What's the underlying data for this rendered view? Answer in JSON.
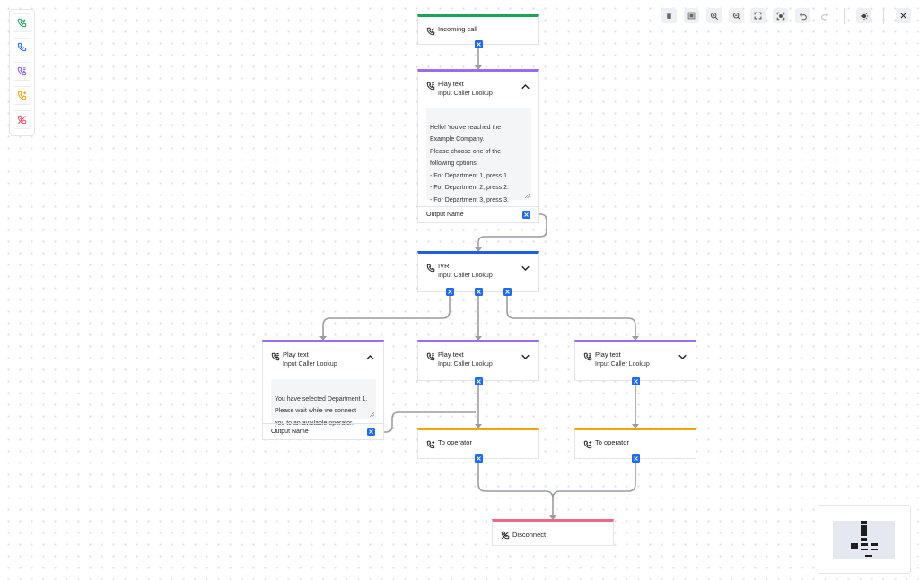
{
  "palette": {
    "items": [
      {
        "name": "incoming-call-tool",
        "icon": "phone-incoming-icon",
        "color": "#1ba35a"
      },
      {
        "name": "phone-tool",
        "icon": "phone-icon",
        "color": "#1c6bf0"
      },
      {
        "name": "ivr-tool",
        "icon": "phone-forward-icon",
        "color": "#8b5cf6"
      },
      {
        "name": "operator-tool",
        "icon": "phone-transfer-icon",
        "color": "#f0a500"
      },
      {
        "name": "disconnect-tool",
        "icon": "phone-off-icon",
        "color": "#e8556b"
      }
    ]
  },
  "toolbar": {
    "buttons": [
      "delete",
      "fit-selection",
      "zoom-in",
      "zoom-out",
      "fit-view",
      "focus",
      "undo",
      "redo",
      "theme",
      "close"
    ]
  },
  "colors": {
    "incoming": "#1ba35a",
    "play_text": "#9b6cf0",
    "ivr": "#1c5fe0",
    "operator": "#f0a500",
    "disconnect": "#ec6a85",
    "port": "#1c6bf0",
    "wire": "#9a9ca3"
  },
  "nodes": {
    "incoming": {
      "title": "Incoming call"
    },
    "play1": {
      "title": "Play text",
      "subtitle": "Input Caller Lookup",
      "text": "Hello! You've reached the\nExample Company.\nPlease choose one of the\nfollowing options:\n- For Department 1, press 1.\n- For Department 2, press 2.\n- For Department 3, press 3.",
      "output": "Output Name"
    },
    "ivr": {
      "title": "IVR",
      "subtitle": "Input Caller Lookup"
    },
    "play2": {
      "title": "Play text",
      "subtitle": "Input Caller Lookup",
      "text": "You have selected Department 1.\nPlease wait while we connect\nyou to an available operator.",
      "output": "Output Name"
    },
    "play3": {
      "title": "Play text",
      "subtitle": "Input Caller Lookup"
    },
    "play4": {
      "title": "Play text",
      "subtitle": "Input Caller Lookup"
    },
    "op1": {
      "title": "To operator"
    },
    "op2": {
      "title": "To operator"
    },
    "disconnect": {
      "title": "Disconnect"
    }
  }
}
